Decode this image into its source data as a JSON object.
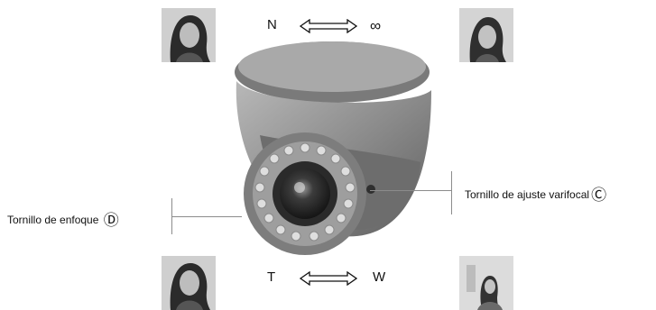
{
  "labels": {
    "near": "N",
    "infinity": "∞",
    "tele": "T",
    "wide": "W"
  },
  "callouts": {
    "focus": {
      "text": "Tornillo de enfoque",
      "marker": "Ⓓ"
    },
    "varifocal": {
      "text": "Tornillo de ajuste varifocal",
      "marker": "Ⓒ"
    }
  },
  "colors": {
    "camera_body": "#8f8f8f",
    "camera_dark": "#3a3a3a",
    "ir_led": "#d9d9d9",
    "thumb_bg": "#c9c9c9",
    "leader_line": "#8c8c8c"
  },
  "images": {
    "top_left": "portrait-thumbnail",
    "top_right": "portrait-thumbnail",
    "bottom_left": "portrait-thumbnail",
    "bottom_right": "portrait-thumbnail-wide"
  }
}
